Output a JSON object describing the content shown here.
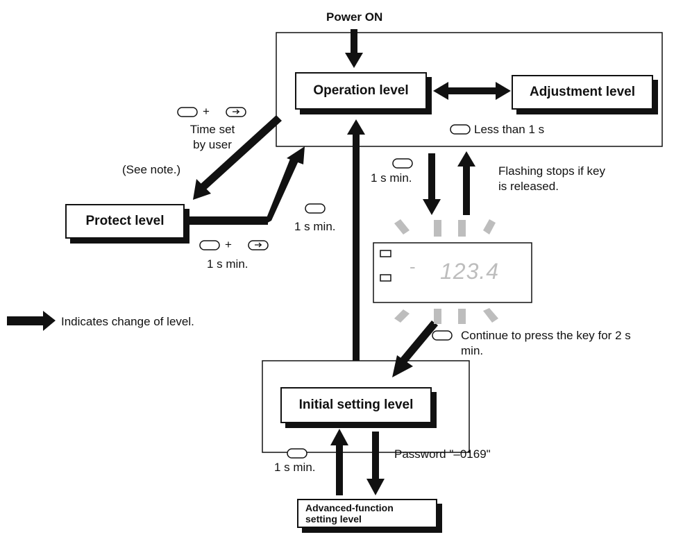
{
  "title": "Power ON",
  "levels": {
    "operation": "Operation level",
    "adjustment": "Adjustment level",
    "protect": "Protect level",
    "initial": "Initial setting level",
    "advanced_line1": "Advanced-function",
    "advanced_line2": "setting level"
  },
  "notes": {
    "less_than_1s": "Less than 1 s",
    "one_s_min": "1 s min.",
    "flashing_line1": "Flashing stops if key",
    "flashing_line2": "is released.",
    "time_set_line1": "Time set",
    "time_set_line2": "by user",
    "see_note": "(See note.)",
    "continue_line1": "Continue to press the key for 2 s",
    "continue_line2": "min.",
    "password": "Password \"–0169\"",
    "legend": "Indicates change of level.",
    "plus": "+"
  },
  "display": {
    "sign": "-",
    "value": "123.4"
  },
  "icons": [
    "mode-key-icon",
    "level-key-icon",
    "level-change-arrow-icon",
    "flashing-display-icon"
  ]
}
